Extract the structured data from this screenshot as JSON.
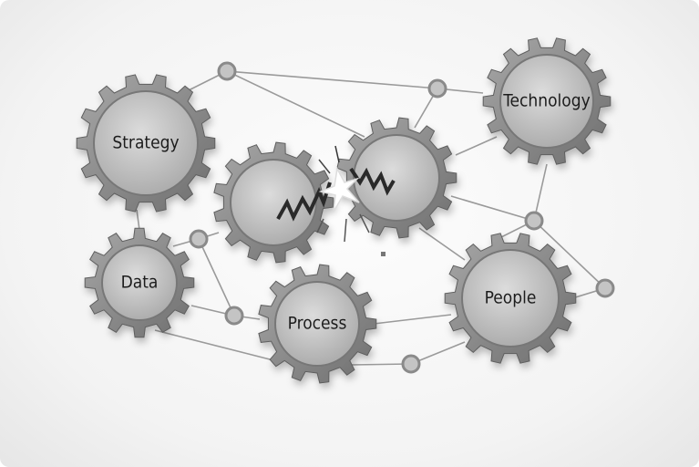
{
  "gears": [
    {
      "id": "strategy",
      "label": "Strategy"
    },
    {
      "id": "technology",
      "label": "Technology"
    },
    {
      "id": "data",
      "label": "Data"
    },
    {
      "id": "process",
      "label": "Process"
    },
    {
      "id": "people",
      "label": "People"
    },
    {
      "id": "broken-left",
      "label": ""
    },
    {
      "id": "broken-right",
      "label": ""
    }
  ],
  "colors": {
    "gear": "#8e8e8e",
    "gear_face": "#c9c9c9",
    "line": "#9a9a9a",
    "node": "#b8b8b8"
  }
}
